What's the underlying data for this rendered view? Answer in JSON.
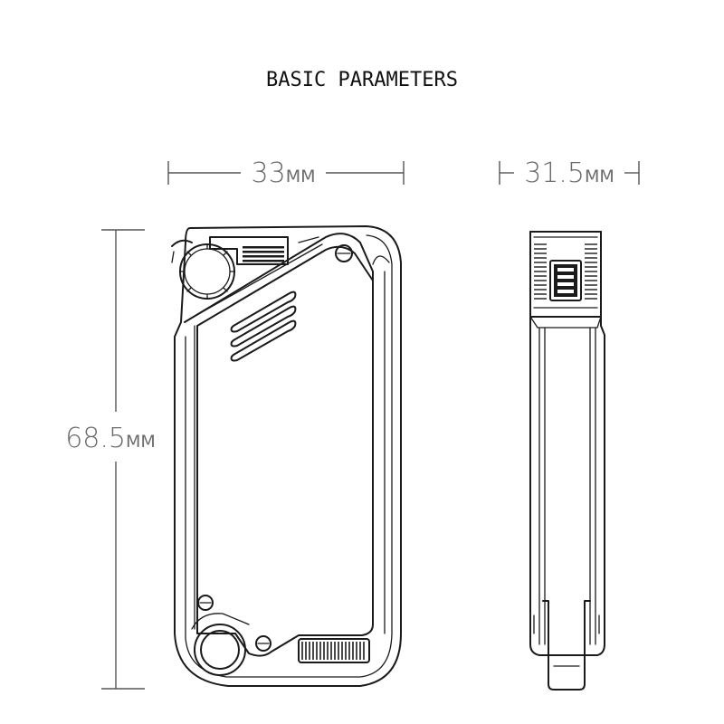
{
  "title": "BASIC PARAMETERS",
  "dimensions": {
    "width": {
      "value": "33",
      "unit": "MM"
    },
    "depth": {
      "value": "31.5",
      "unit": "MM"
    },
    "height": {
      "value": "68.5",
      "unit": "MM"
    }
  }
}
